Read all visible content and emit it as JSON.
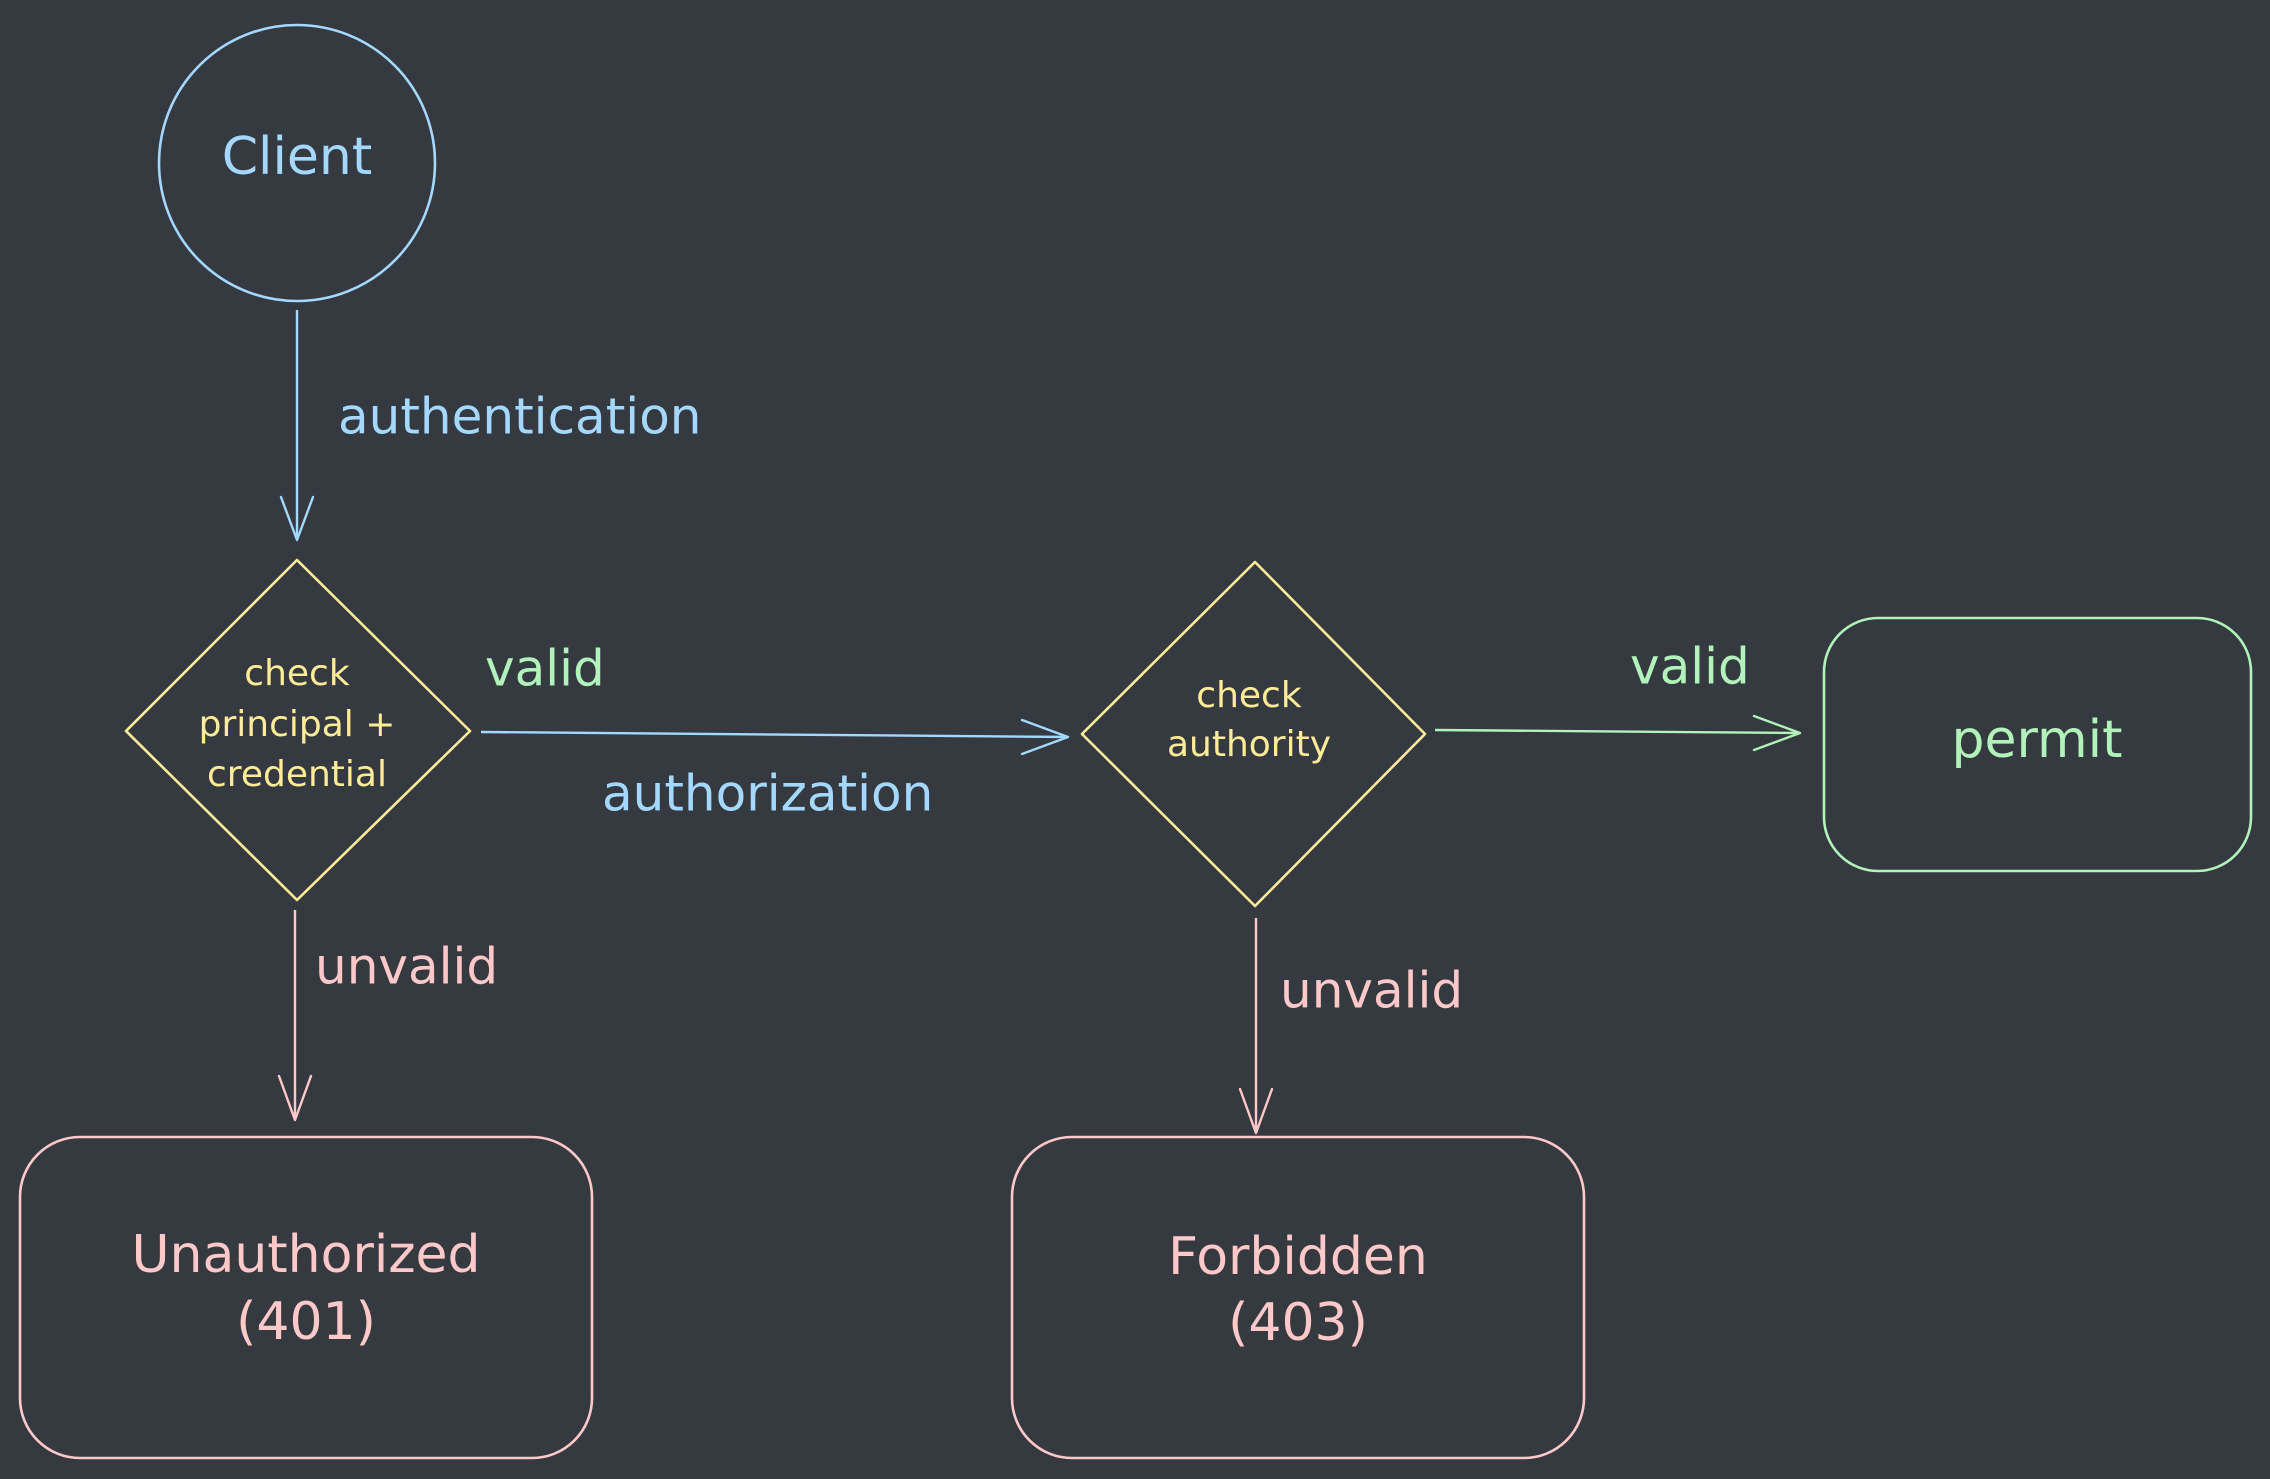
{
  "colors": {
    "background": "#353940",
    "blue": "#a5d8ff",
    "yellow": "#ffec99",
    "green": "#b2f2bb",
    "pink": "#ffc9c9"
  },
  "nodes": {
    "client": {
      "label": "Client",
      "shape": "circle",
      "color": "blue"
    },
    "check_credential": {
      "label_lines": [
        "check",
        "principal +",
        "credential"
      ],
      "shape": "diamond",
      "color": "yellow"
    },
    "check_authority": {
      "label_lines": [
        "check",
        "authority"
      ],
      "shape": "diamond",
      "color": "yellow"
    },
    "permit": {
      "label": "permit",
      "shape": "rounded-rectangle",
      "color": "green"
    },
    "unauthorized": {
      "label_lines": [
        "Unauthorized",
        "(401)"
      ],
      "shape": "rounded-rectangle",
      "color": "pink"
    },
    "forbidden": {
      "label_lines": [
        "Forbidden",
        "(403)"
      ],
      "shape": "rounded-rectangle",
      "color": "pink"
    }
  },
  "edges": {
    "authentication": {
      "from": "client",
      "to": "check_credential",
      "label": "authentication",
      "color": "blue"
    },
    "authorization": {
      "from": "check_credential",
      "to": "check_authority",
      "label": "authorization",
      "condition": "valid",
      "color": "blue",
      "condition_color": "green"
    },
    "permit": {
      "from": "check_authority",
      "to": "permit",
      "label": "valid",
      "color": "green"
    },
    "unauthorized": {
      "from": "check_credential",
      "to": "unauthorized",
      "label": "unvalid",
      "color": "pink"
    },
    "forbidden": {
      "from": "check_authority",
      "to": "forbidden",
      "label": "unvalid",
      "color": "pink"
    }
  }
}
